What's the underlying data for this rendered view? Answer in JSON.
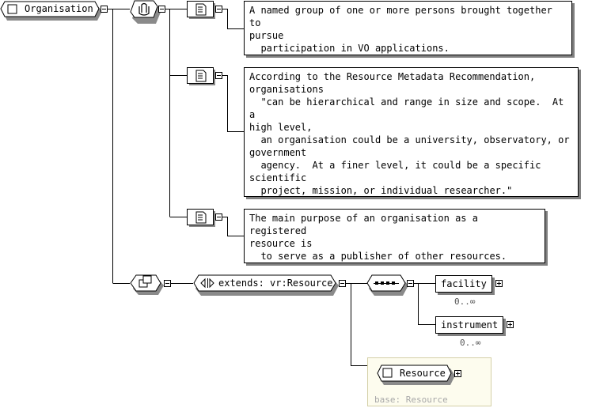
{
  "root": {
    "label": "Organisation"
  },
  "annotations": [
    {
      "text": "A named group of one or more persons brought together to\npursue\n  participation in VO applications."
    },
    {
      "text": "According to the Resource Metadata Recommendation,\norganisations\n  \"can be hierarchical and range in size and scope.  At a\nhigh level,\n  an organisation could be a university, observatory, or\ngovernment\n  agency.  At a finer level, it could be a specific\nscientific\n  project, mission, or individual researcher.\""
    },
    {
      "text": "The main purpose of an organisation as a registered\nresource is\n  to serve as a publisher of other resources."
    }
  ],
  "extension": {
    "label": "extends: vr:Resource"
  },
  "children": [
    {
      "label": "facility",
      "occurrence": "0..∞"
    },
    {
      "label": "instrument",
      "occurrence": "0..∞"
    }
  ],
  "base_type": {
    "label": "Resource",
    "base_label": "base: Resource"
  }
}
